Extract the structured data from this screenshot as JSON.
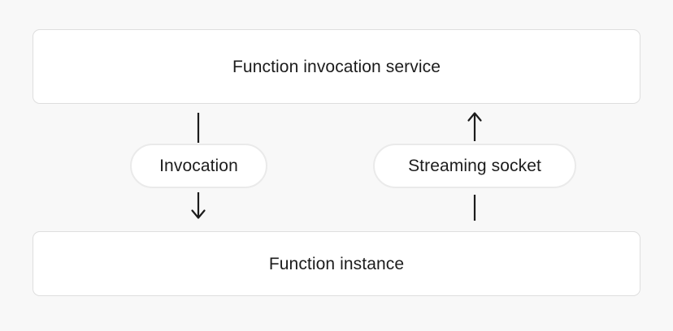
{
  "diagram": {
    "type": "flow-diagram",
    "background_color": "#f8f8f8",
    "text_color": "#1c1c1c",
    "box_border_color": "#dedede",
    "pill_border_color": "#eaeaea",
    "connector_color": "#1c1c1c",
    "nodes": [
      {
        "id": "service",
        "label": "Function invocation service",
        "shape": "rounded-rect"
      },
      {
        "id": "instance",
        "label": "Function instance",
        "shape": "rounded-rect"
      },
      {
        "id": "invocation",
        "label": "Invocation",
        "shape": "pill"
      },
      {
        "id": "streaming",
        "label": "Streaming socket",
        "shape": "pill"
      }
    ],
    "connectors": [
      {
        "id": "service-to-invocation",
        "from": "service",
        "to": "invocation",
        "arrowhead": "none",
        "direction": "down"
      },
      {
        "id": "invocation-to-instance",
        "from": "invocation",
        "to": "instance",
        "arrowhead": "down",
        "direction": "down"
      },
      {
        "id": "instance-to-streaming",
        "from": "instance",
        "to": "streaming",
        "arrowhead": "none",
        "direction": "up"
      },
      {
        "id": "streaming-to-service",
        "from": "streaming",
        "to": "service",
        "arrowhead": "up",
        "direction": "up"
      }
    ]
  }
}
